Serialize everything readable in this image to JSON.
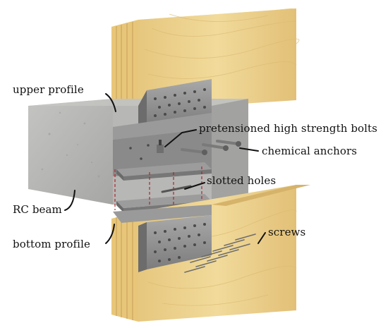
{
  "labels": {
    "upper_profile": "upper profile",
    "pretensioned_bolts": "pretensioned high strength bolts",
    "chemical_anchors": "chemical anchors",
    "slotted_holes": "slotted holes",
    "rc_beam": "RC beam",
    "bottom_profile": "bottom profile",
    "screws": "screws"
  },
  "colors": {
    "timber_face": "#ecd28f",
    "timber_shade": "#d9b86c",
    "timber_top": "#f3e2a8",
    "concrete": "#b4b4b2",
    "concrete_dark": "#8f8f8d",
    "steel": "#8e8e8e",
    "steel_light": "#bdbdbd",
    "steel_dark": "#5a5a5a",
    "slot_line": "#b0242a",
    "leader": "#111111"
  }
}
